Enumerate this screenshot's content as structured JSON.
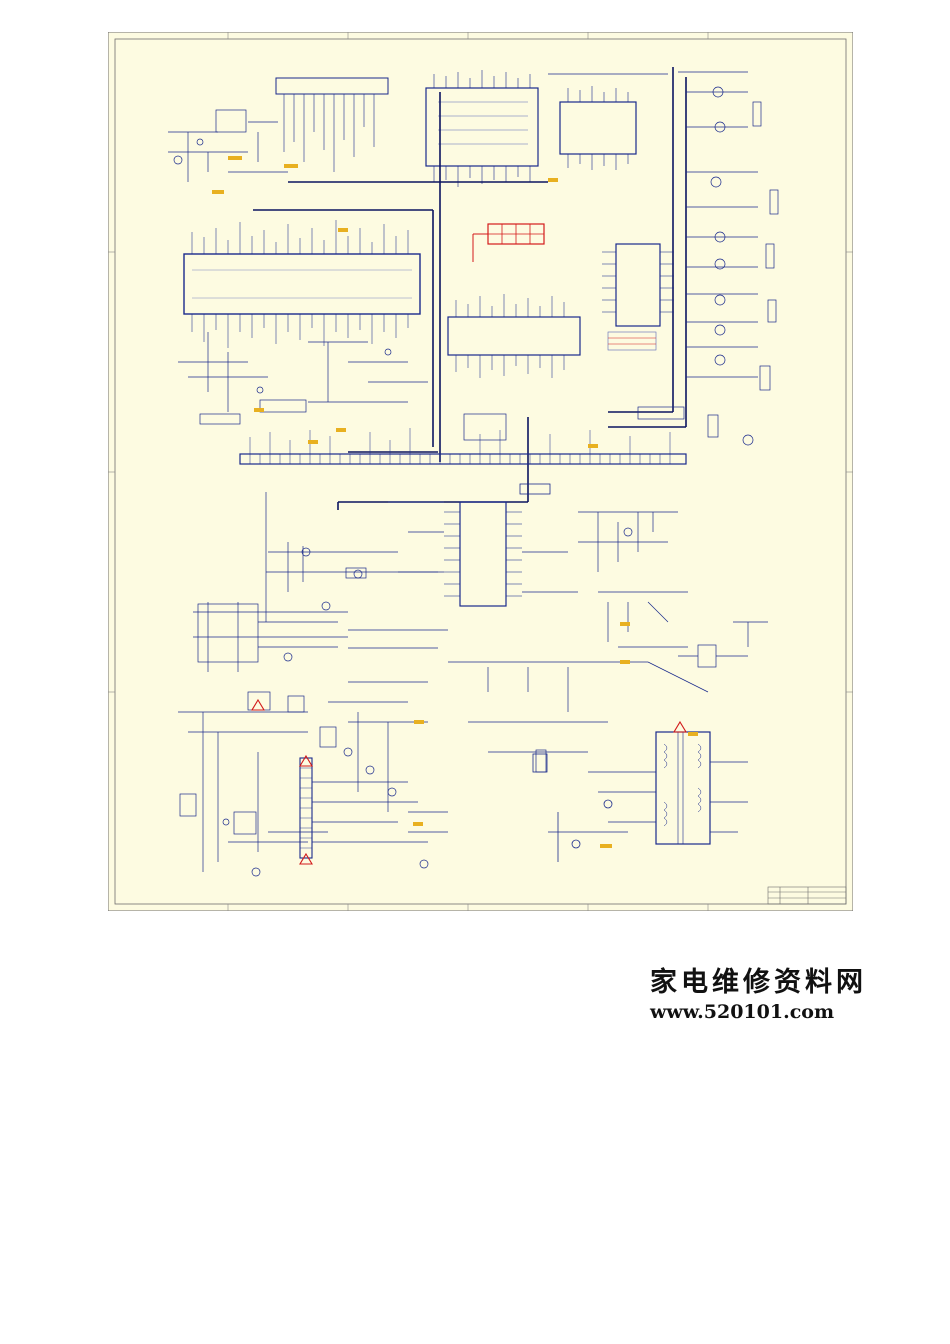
{
  "colors": {
    "sheet_background": "#fdfbe1",
    "frame": "#6e6e6e",
    "wire_primary": "#1a2a8c",
    "wire_secondary": "#5a68b8",
    "bus_heavy": "#0c1460",
    "component": "#2a3aa8",
    "highlight_red": "#d41a1a",
    "label_box": "#e8b020",
    "warning": "#d21a1a"
  },
  "schematic": {
    "description_icon": "circuit-schematic",
    "warning_icon": "hazard-triangle-icon",
    "label_tag_icon": "net-label-tag"
  },
  "watermark": {
    "title": "家电维修资料网",
    "url": "www.520101.com"
  }
}
